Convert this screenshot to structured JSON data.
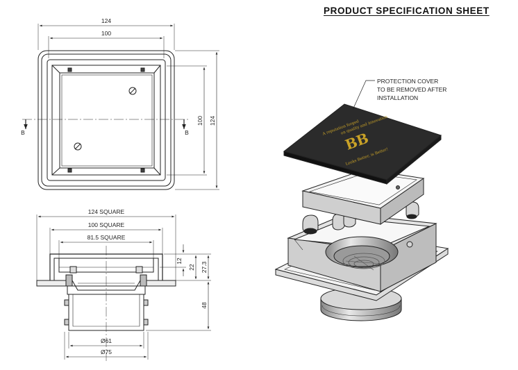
{
  "header": {
    "title": "PRODUCT SPECIFICATION SHEET"
  },
  "top_view": {
    "width_outer": "124",
    "width_inner": "100",
    "height_inner": "100",
    "height_outer": "124",
    "section_marker": "B"
  },
  "section_view": {
    "dim_124_square": "124 SQUARE",
    "dim_100_square": "100 SQUARE",
    "dim_81_5_square": "81.5 SQUARE",
    "dim_12": "12",
    "dim_22": "22",
    "dim_27_3": "27.3",
    "dim_48": "48",
    "dia_61": "Ø61",
    "dia_75": "Ø75"
  },
  "exploded_view": {
    "note_lines": [
      "PROTECTION COVER",
      "TO BE REMOVED AFTER",
      "INSTALLATION"
    ],
    "cover_text": {
      "line1": "A reputation forged",
      "line2": "on quality and innovation",
      "logo_letters": "BB",
      "tagline": "Looks Better, is Better!"
    }
  },
  "colors": {
    "line": "#222222",
    "cover_fill": "#2b2b2b",
    "cover_text": "#c9a227",
    "steel": "#c8c8c8"
  }
}
